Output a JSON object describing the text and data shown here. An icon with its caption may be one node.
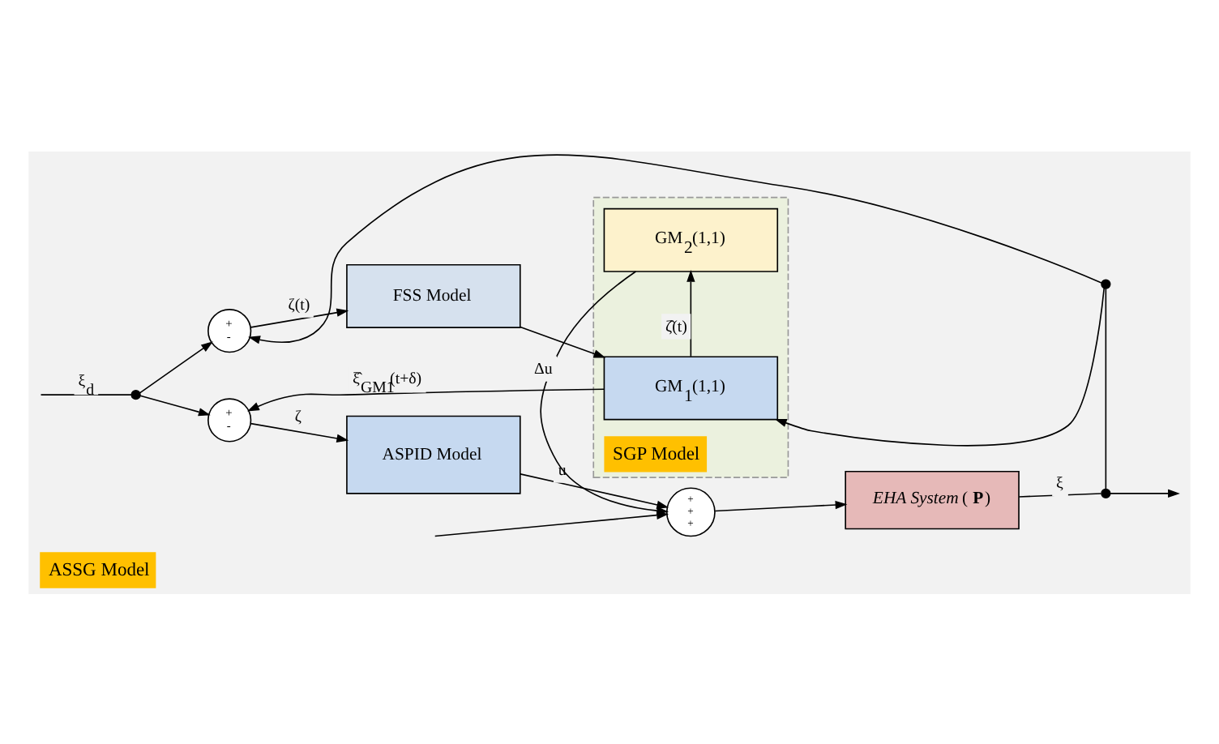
{
  "diagram": {
    "nodes": [
      {
        "text": [
          "ASSG Model"
        ]
      },
      {
        "text": [
          "+",
          "-"
        ],
        "in": 0
      },
      {
        "text": [
          "ASPID Model"
        ],
        "in": 0
      },
      {
        "text": [
          "+",
          "+",
          "+"
        ],
        "in": 0
      },
      {
        "text": [
          "*EHA System* (**P**)"
        ],
        "in": 0
      },
      {
        "text": [
          "SGP Model"
        ],
        "in": 0
      },
      {
        "text": [
          "GM$_{2}$(1,1)"
        ],
        "in": 5
      },
      {
        "text": [
          "GM$_{1}$(1,1)"
        ],
        "in": 5
      },
      {
        "text": [
          "+",
          "-"
        ],
        "in": 0
      },
      {
        "text": [
          "FSS Model"
        ],
        "in": 0
      },
      {
        "text": [],
        "shape": "circle",
        "in": 0
      },
      {
        "text": [],
        "shape": "circle",
        "in": 0
      },
      {
        "text": [],
        "shape": "circle",
        "in": 0
      }
    ],
    "edges": [
      {
        "from": null,
        "to": 10,
        "arrow": "none",
        "label": "ξ$_{d}$"
      },
      {
        "from": 10,
        "to": 1,
        "arrow": "to"
      },
      {
        "from": 1,
        "to": 2,
        "arrow": "to",
        "label": "ζ"
      },
      {
        "from": 2,
        "to": 3,
        "arrow": "to",
        "label": "u"
      },
      {
        "from": null,
        "to": 3,
        "arrow": "to"
      },
      {
        "from": 3,
        "to": 4,
        "arrow": "to"
      },
      {
        "from": 4,
        "to": 11,
        "arrow": "none",
        "label": "ξ"
      },
      {
        "from": 11,
        "to": null,
        "arrow": "to"
      },
      {
        "from": 11,
        "to": 12,
        "arrow": "none"
      },
      {
        "from": 12,
        "to": 7,
        "arrow": "to"
      },
      {
        "from": 12,
        "to": 8,
        "arrow": "to"
      },
      {
        "from": 10,
        "to": 8,
        "arrow": "to"
      },
      {
        "from": 8,
        "to": 9,
        "arrow": "to",
        "label": "ζ(t)"
      },
      {
        "from": 9,
        "to": 7,
        "arrow": "to"
      },
      {
        "from": 7,
        "to": 1,
        "arrow": "to",
        "label": "ξ̂$_{GM1}$(t+δ)"
      },
      {
        "from": 7,
        "to": 6,
        "arrow": "to",
        "label": "ζ̂(t)"
      },
      {
        "from": 6,
        "to": 3,
        "arrow": "to",
        "label": "Δu"
      }
    ]
  }
}
